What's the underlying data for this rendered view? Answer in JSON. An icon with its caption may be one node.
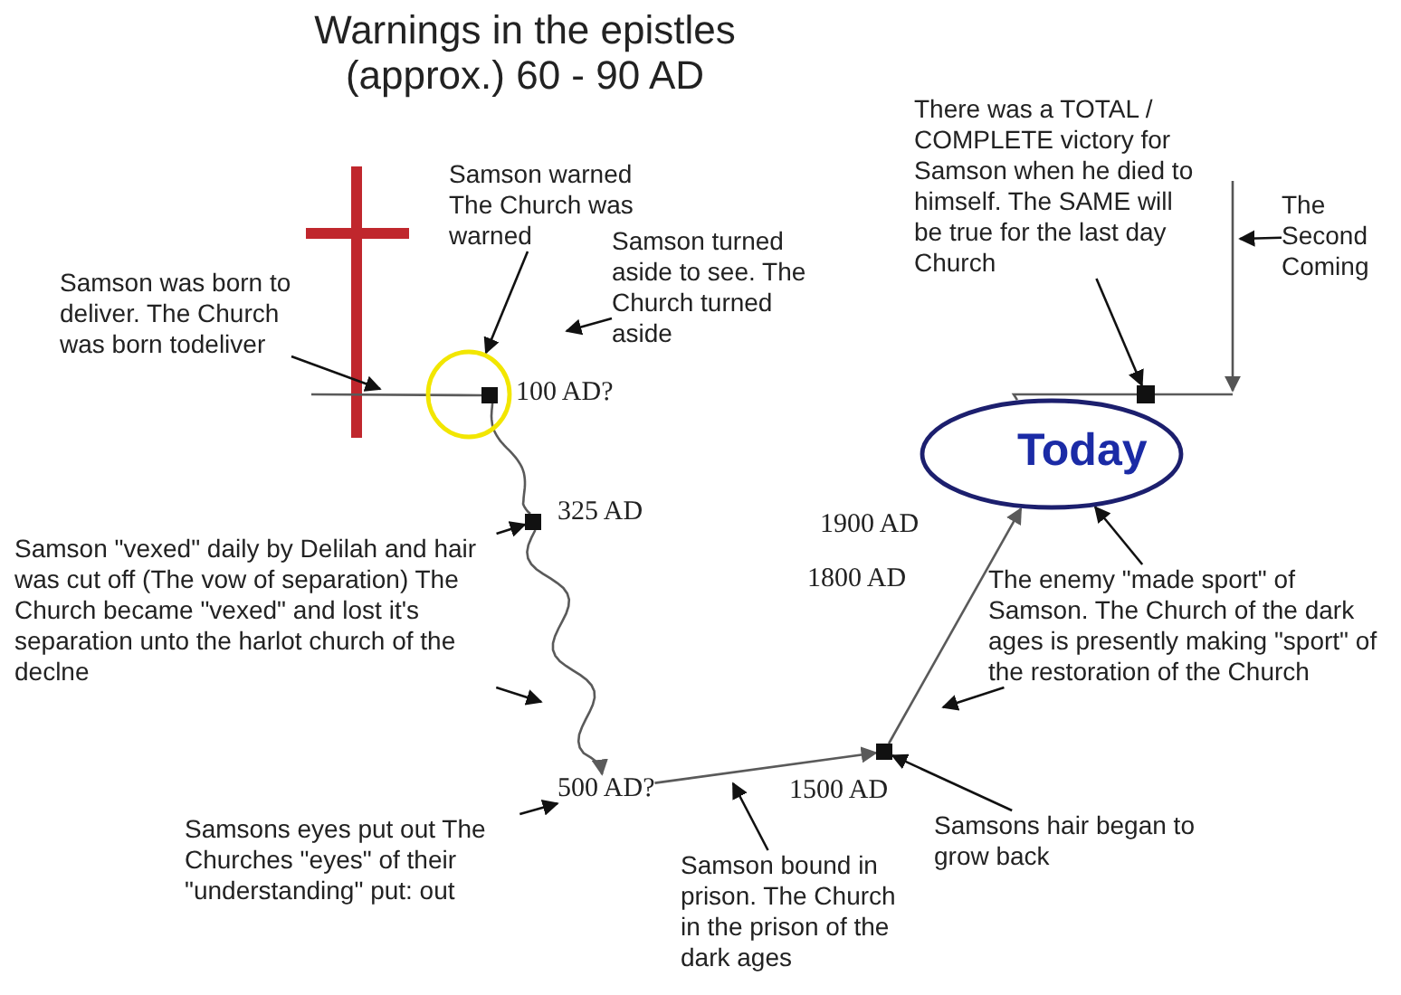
{
  "diagram": {
    "title": "Warnings in the epistles (approx.) 60 - 90 AD",
    "nodes": [
      {
        "text": [
          "Samson warned The Church was warned"
        ]
      },
      {
        "text": [
          "Samson turned aside to see. The Church turned aside"
        ]
      },
      {
        "text": [
          "Samson was born to deliver. The Church was born todeliver"
        ]
      },
      {
        "text": [
          "There was a TOTAL / COMPLETE victory for Samson when he died to himself. The SAME will be true for the last day Church"
        ]
      },
      {
        "text": [
          "The Second Coming"
        ]
      },
      {
        "text": [],
        "shape": "circle"
      },
      {
        "text": [],
        "shape": "box",
        "beside": [
          "100 AD?"
        ],
        "in": 5
      },
      {
        "text": [],
        "shape": "box"
      },
      {
        "text": [
          "Today"
        ]
      },
      {
        "text": [],
        "shape": "box",
        "beside": [
          "325 AD"
        ]
      },
      {
        "text": [
          "Samson \"vexed\" daily by Delilah and hair was cut off (The vow of separation) The Church became \"vexed\" and lost it's separation unto the harlot church of the declne"
        ]
      },
      {
        "text": [
          "500 AD?"
        ]
      },
      {
        "text": [
          "Samsons eyes put out The Churches \"eyes\" of their \"understanding\" put: out"
        ]
      },
      {
        "text": [],
        "shape": "box",
        "beside": [
          "1500 AD"
        ]
      },
      {
        "text": [
          "The enemy \"made sport\" of Samson. The Church of the dark ages is presently making \"sport\" of the restoration of the Church"
        ]
      },
      {
        "text": [
          "Samsons hair began to grow back"
        ]
      },
      {
        "text": [
          "Samson bound in prison. The Church in the prison of the dark ages"
        ]
      }
    ],
    "edges": [
      {
        "from": null,
        "to": 6,
        "arrow": "none"
      },
      {
        "from": 6,
        "to": 9,
        "arrow": "none"
      },
      {
        "from": 9,
        "to": 11,
        "arrow": "to"
      },
      {
        "from": 11,
        "to": 13,
        "arrow": "to"
      },
      {
        "from": 13,
        "to": 8,
        "arrow": "to"
      },
      {
        "from": 8,
        "to": 7,
        "arrow": "none"
      },
      {
        "from": 7,
        "to": null,
        "arrow": "none"
      },
      {
        "from": 2,
        "to": null,
        "arrow": "to"
      },
      {
        "from": 0,
        "to": 5,
        "arrow": "to"
      },
      {
        "from": 1,
        "to": null,
        "arrow": "to"
      },
      {
        "from": 3,
        "to": 7,
        "arrow": "to"
      },
      {
        "from": 4,
        "to": null,
        "arrow": "to"
      },
      {
        "from": 10,
        "to": 9,
        "arrow": "to"
      },
      {
        "from": 10,
        "to": null,
        "arrow": "to"
      },
      {
        "from": 12,
        "to": 11,
        "arrow": "to"
      },
      {
        "from": 16,
        "to": null,
        "arrow": "to"
      },
      {
        "from": 14,
        "to": 8,
        "arrow": "to"
      },
      {
        "from": 14,
        "to": null,
        "arrow": "to"
      },
      {
        "from": 15,
        "to": 13,
        "arrow": "to"
      }
    ],
    "labels": [
      "1900 AD",
      "1800 AD"
    ]
  }
}
